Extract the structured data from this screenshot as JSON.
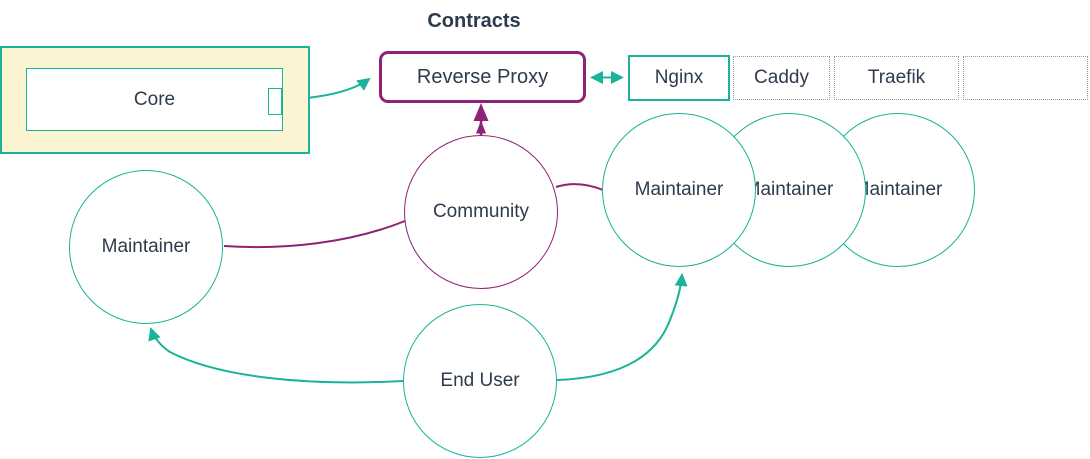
{
  "title": "Contracts",
  "colors": {
    "teal": "#18B399",
    "purple": "#8E2277",
    "text": "#2E3B4D",
    "core-fill": "#FBF4D2",
    "dashed": "#999999",
    "node-fill": "#FFFFFF"
  },
  "nodes": {
    "core": {
      "label": "Core"
    },
    "reverse_proxy": {
      "label": "Reverse Proxy"
    },
    "proxy_options": [
      {
        "label": "Nginx"
      },
      {
        "label": "Caddy"
      },
      {
        "label": "Traefik"
      },
      {
        "label": ""
      }
    ],
    "maintainer_left": {
      "label": "Maintainer"
    },
    "community": {
      "label": "Community"
    },
    "end_user": {
      "label": "End User"
    },
    "maintainers_right": [
      {
        "label": "Maintainer"
      },
      {
        "label": "Maintainer"
      },
      {
        "label": "Maintainer"
      }
    ]
  },
  "edges": [
    {
      "from": "Core",
      "to": "Reverse Proxy",
      "style": "arrow",
      "color": "teal"
    },
    {
      "from": "Reverse Proxy",
      "to": "Nginx",
      "style": "double-arrow",
      "color": "teal"
    },
    {
      "from": "Community",
      "to": "Reverse Proxy",
      "style": "arrow",
      "color": "purple"
    },
    {
      "from": "Community",
      "to": "Maintainer (left)",
      "style": "line",
      "color": "purple"
    },
    {
      "from": "Community",
      "to": "Maintainer (right)",
      "style": "line",
      "color": "purple"
    },
    {
      "from": "End User",
      "to": "Maintainer (left)",
      "style": "arrow",
      "color": "teal"
    },
    {
      "from": "End User",
      "to": "Maintainer (right)",
      "style": "arrow",
      "color": "teal"
    }
  ]
}
